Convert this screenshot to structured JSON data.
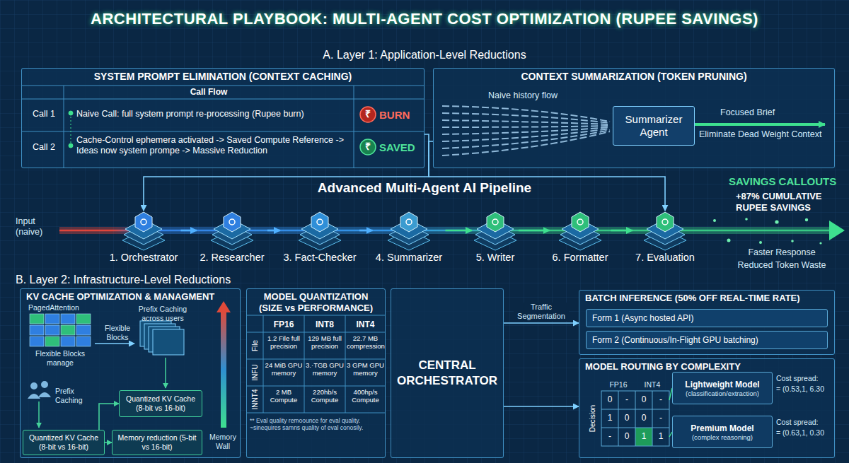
{
  "diagram": {
    "title": "ARCHITECTURAL PLAYBOOK: MULTI-AGENT COST OPTIMIZATION (RUPEE SAVINGS)",
    "nodes": [
      {
        "text": [
          "SYSTEM PROMPT ELIMINATION (CONTEXT CACHING)"
        ]
      },
      {
        "text": [
          "CONTEXT SUMMARIZATION (TOKEN PRUNING)"
        ]
      },
      {
        "text": [
          "Summarizer Agent"
        ],
        "in": 1
      },
      {
        "text": [
          "1. Orchestrator"
        ]
      },
      {
        "text": [
          "2. Researcher"
        ]
      },
      {
        "text": [
          "3. Fact-Checker"
        ]
      },
      {
        "text": [
          "4. Summarizer"
        ]
      },
      {
        "text": [
          "5. Writer"
        ]
      },
      {
        "text": [
          "6. Formatter"
        ]
      },
      {
        "text": [
          "7. Evaluation"
        ]
      },
      {
        "text": [
          "KV CACHE OPTIMIZATION & MANAGMENT"
        ]
      },
      {
        "text": [
          "Quantized KV Cache (8-bit vs 16-bit)"
        ],
        "in": 10
      },
      {
        "text": [
          "Quantized KV Cache (8-bit vs 16-bit)"
        ],
        "in": 10
      },
      {
        "text": [
          "Memory reduction (5-bit vs 16-bit)"
        ],
        "in": 10
      },
      {
        "text": [
          "MODEL QUANTIZATION (SIZE vs PERFORMANCE)"
        ]
      },
      {
        "text": [
          "CENTRAL ORCHESTRATOR"
        ]
      },
      {
        "text": [
          "BATCH INFERENCE (50% OFF REAL-TIME RATE)"
        ]
      },
      {
        "text": [
          "Form 1 (Async hosted API)"
        ],
        "in": 16
      },
      {
        "text": [
          "Form 2 (Continuous/In-Flight GPU batching)"
        ],
        "in": 16
      },
      {
        "text": [
          "MODEL ROUTING BY COMPLEXITY"
        ]
      },
      {
        "text": [
          "Lightweight Model",
          "(classification/extraction)"
        ],
        "in": 19
      },
      {
        "text": [
          "Premium Model",
          "(complex reasoning)"
        ],
        "in": 19
      }
    ],
    "edges": [
      {
        "from": 0,
        "to": 3,
        "arrow": "to"
      },
      {
        "from": 1,
        "to": 9,
        "arrow": "to"
      },
      {
        "from": 3,
        "to": 4,
        "arrow": "to"
      },
      {
        "from": 4,
        "to": 5,
        "arrow": "to"
      },
      {
        "from": 5,
        "to": 6,
        "arrow": "to"
      },
      {
        "from": 6,
        "to": 7,
        "arrow": "to"
      },
      {
        "from": 7,
        "to": 8,
        "arrow": "to"
      },
      {
        "from": 8,
        "to": 9,
        "arrow": "to"
      },
      {
        "from": 12,
        "to": 13,
        "arrow": "to"
      },
      {
        "from": 12,
        "to": 11,
        "arrow": "to"
      },
      {
        "from": 15,
        "to": 16,
        "label": "Traffic Segmentation",
        "arrow": "to"
      },
      {
        "from": 15,
        "to": 19,
        "arrow": "to"
      }
    ],
    "labels": [
      "A. Layer 1: Application-Level Reductions",
      "Call Flow",
      "Call 1",
      "Naive Call: full system prompt re-processing (Rupee burn)",
      "₹",
      "BURN",
      "Call 2",
      "Cache-Control ephemera activated -> Saved Compute Reference -> Ideas now system prompe -> Massive Reduction",
      "₹",
      "SAVED",
      "Naive history flow",
      "Focused Brief",
      "Eliminate Dead Weight Context",
      "Advanced Multi-Agent AI Pipeline",
      "Input (naive)",
      "SAVINGS CALLOUTS",
      "+87% CUMULATIVE RUPEE SAVINGS",
      "Faster Response",
      "Reduced Token Waste",
      "B. Layer 2: Infrastructure-Level Reductions",
      "PagedAttention",
      "Flexible Blocks manage",
      "Prefix Caching across users",
      "Flexible Blocks",
      "Prefix Caching",
      "Memory Wall",
      "FP16",
      "INT8",
      "INT4",
      "File",
      "1.2 File full precision",
      "129 MB full precision",
      "22.7 MB compression",
      "INFU",
      "24 MiB GPU memory",
      "3.·TGB GPU memory",
      "3 GPM GPU memory",
      "INNT4",
      "2 MB Compute",
      "220hb/s Compute",
      "400hp/s Compute",
      "** Eval quality remoounce for eval quality. ~sinequires samns quality of eval conosily.",
      "FP16",
      "INT4",
      "Decision",
      "0",
      "-",
      "0",
      "-",
      "1",
      "0",
      "0",
      "-",
      "-",
      "0",
      "1",
      "1",
      "Cost spread:",
      "= (0.53,1, 6.30",
      "Cost spread:",
      "= (0.63,1, 0.30"
    ]
  }
}
